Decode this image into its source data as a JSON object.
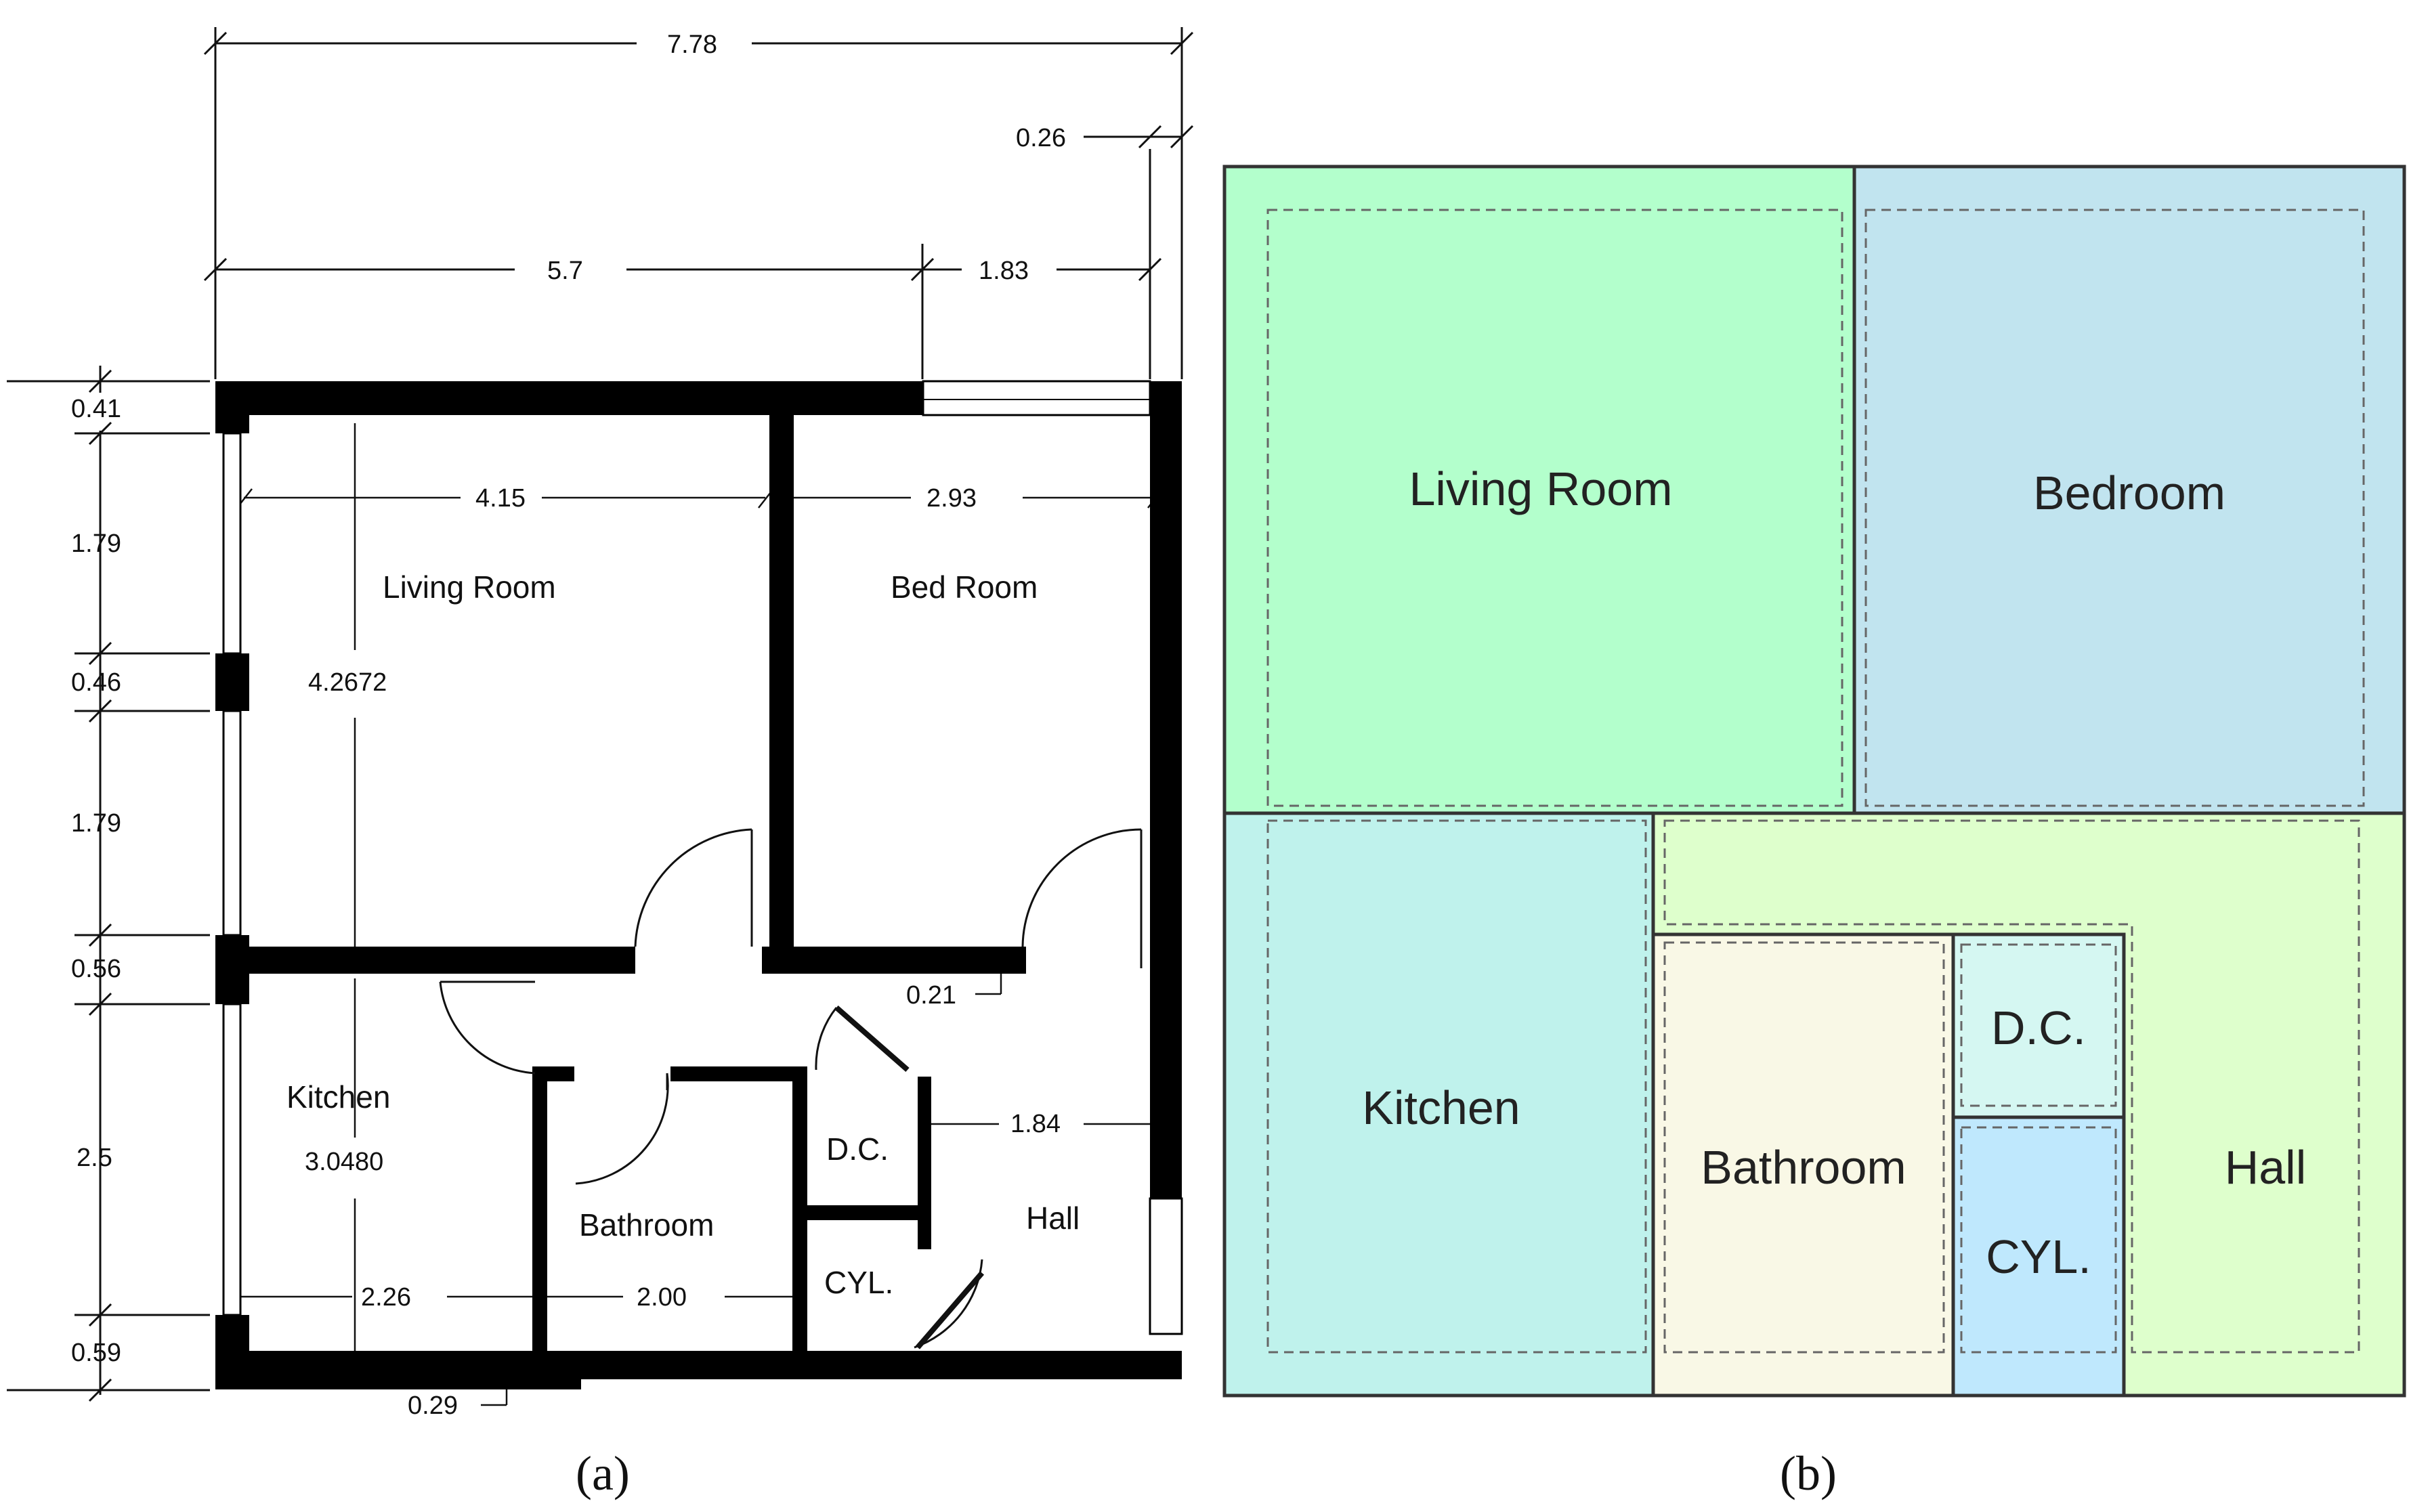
{
  "panel_a": {
    "caption": "(a)",
    "rooms": {
      "living_room": "Living Room",
      "bed_room": "Bed Room",
      "kitchen": "Kitchen",
      "bathroom": "Bathroom",
      "dc": "D.C.",
      "cyl": "CYL.",
      "hall": "Hall"
    },
    "dimensions": {
      "total_width": "7.78",
      "right_wall": "0.26",
      "left_span": "5.7",
      "right_span": "1.83",
      "living_width": "4.15",
      "bed_width": "2.93",
      "living_height": "4.2672",
      "kitchen_height": "3.0480",
      "hall_width": "1.84",
      "kitchen_width": "2.26",
      "bathroom_width": "2.00",
      "door_gap": "0.21",
      "bottom_offset": "0.29",
      "left_0": "0.41",
      "left_1": "1.79",
      "left_2": "0.46",
      "left_3": "1.79",
      "left_4": "0.56",
      "left_5": "2.5",
      "left_6": "0.59"
    }
  },
  "panel_b": {
    "caption": "(b)",
    "rooms": {
      "living_room": "Living Room",
      "bedroom": "Bedroom",
      "kitchen": "Kitchen",
      "bathroom": "Bathroom",
      "dc": "D.C.",
      "cyl": "CYL.",
      "hall": "Hall"
    },
    "colors": {
      "living_room": "#b3ffcc",
      "bedroom": "#c1e4ef",
      "kitchen": "#bff2ec",
      "hall": "#deffcc",
      "bathroom": "#f9f8e6",
      "dc": "#d5f7f2",
      "cyl": "#bfe8fd"
    }
  }
}
